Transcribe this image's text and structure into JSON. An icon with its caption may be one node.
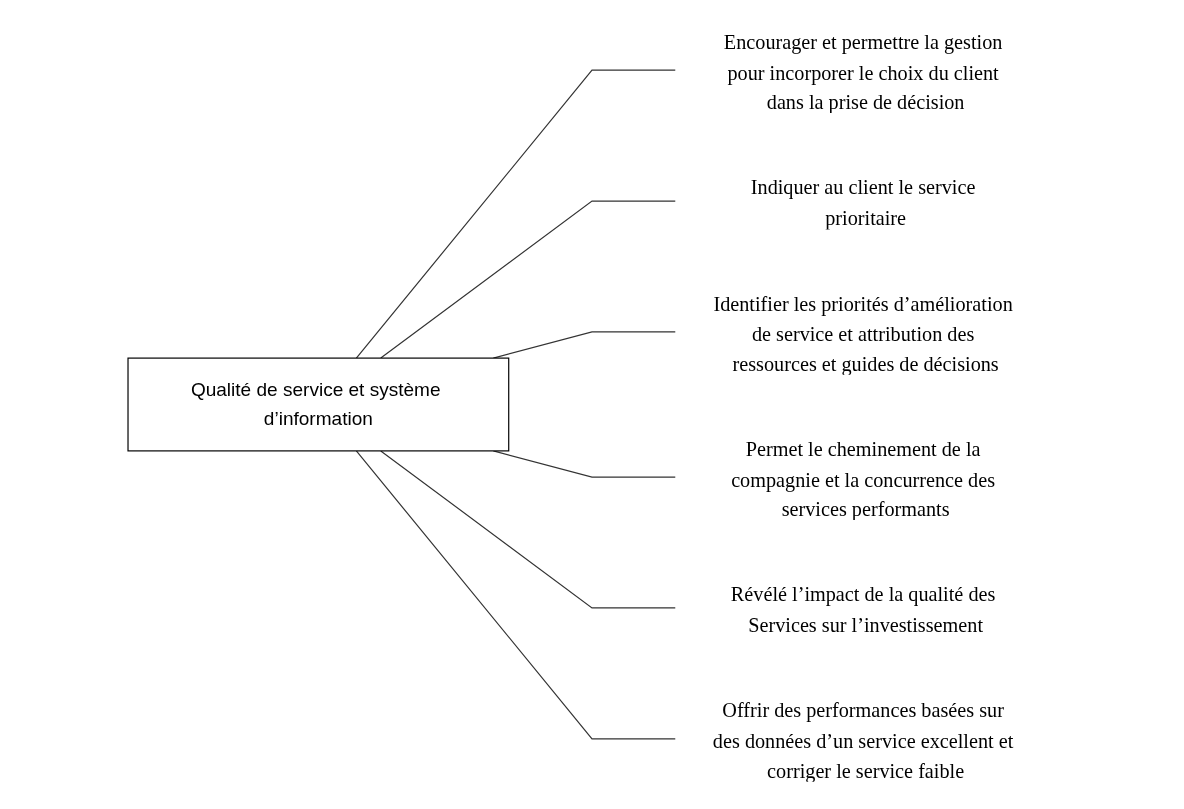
{
  "diagram": {
    "nodes": [
      {
        "text": [
          "Qualité de service et système d’information"
        ]
      },
      {
        "text": [
          "Encourager et permettre la gestion pour incorporer le choix du client dans la prise de décision"
        ]
      },
      {
        "text": [
          "Indiquer au client le service prioritaire"
        ]
      },
      {
        "text": [
          "Identifier les priorités d’amélioration de service et attribution des ressources et guides de décisions"
        ]
      },
      {
        "text": [
          "Permet le cheminement de la compagnie et la concurrence des services performants"
        ]
      },
      {
        "text": [
          "Révélé l’impact de la qualité des Services sur l’investissement"
        ]
      },
      {
        "text": [
          "Offrir des performances basées sur des données d’un service excellent et corriger le service faible"
        ]
      }
    ],
    "edges": [
      {
        "from": 0,
        "to": 1,
        "arrow": "none"
      },
      {
        "from": 0,
        "to": 2,
        "arrow": "none"
      },
      {
        "from": 0,
        "to": 3,
        "arrow": "none"
      },
      {
        "from": 0,
        "to": 4,
        "arrow": "none"
      },
      {
        "from": 0,
        "to": 5,
        "arrow": "none"
      },
      {
        "from": 0,
        "to": 6,
        "arrow": "none"
      }
    ]
  }
}
